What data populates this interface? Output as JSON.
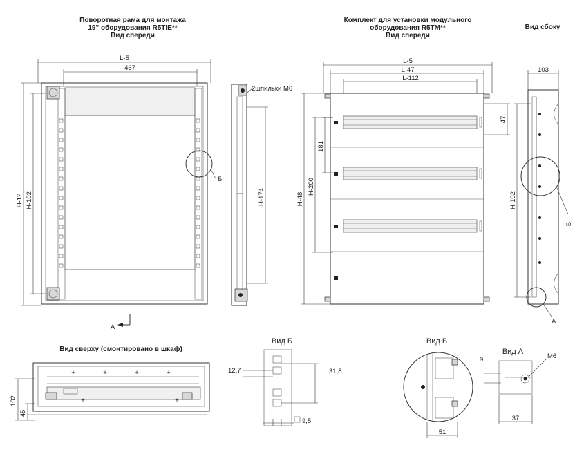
{
  "titles": {
    "frame_line1": "Поворотная рама для монтажа",
    "frame_line2": "19\" оборудования R5TIE**",
    "frame_line3": "Вид спереди",
    "kit_line1": "Комплект для установки модульного",
    "kit_line2": "оборудования R5TM**",
    "kit_line3": "Вид спереди",
    "side_view": "Вид сбоку",
    "top_view": "Вид сверху (смонтировано в шкаф)",
    "view_b1": "Вид Б",
    "view_b2": "Вид Б",
    "view_a": "Вид А"
  },
  "dims": {
    "frame_l5": "L-5",
    "frame_467": "467",
    "frame_h12": "H-12",
    "frame_h102": "H-102",
    "studs": "2шпильки М6",
    "frame_h174": "H-174",
    "callout_b": "Б",
    "callout_a": "А",
    "kit_l5": "L-5",
    "kit_l47": "L-47",
    "kit_l112": "L-112",
    "kit_47": "47",
    "kit_181": "181",
    "kit_h200": "H-200",
    "kit_h48": "H-48",
    "side_103": "103",
    "side_h102": "H-102",
    "side_b": "Б",
    "side_a": "А",
    "top_102": "102",
    "top_45": "45",
    "vb_127": "12,7",
    "vb_318": "31,8",
    "vb_95": "9,5",
    "vb2_51": "51",
    "va_9": "9",
    "va_m6": "М6",
    "va_37": "37"
  }
}
